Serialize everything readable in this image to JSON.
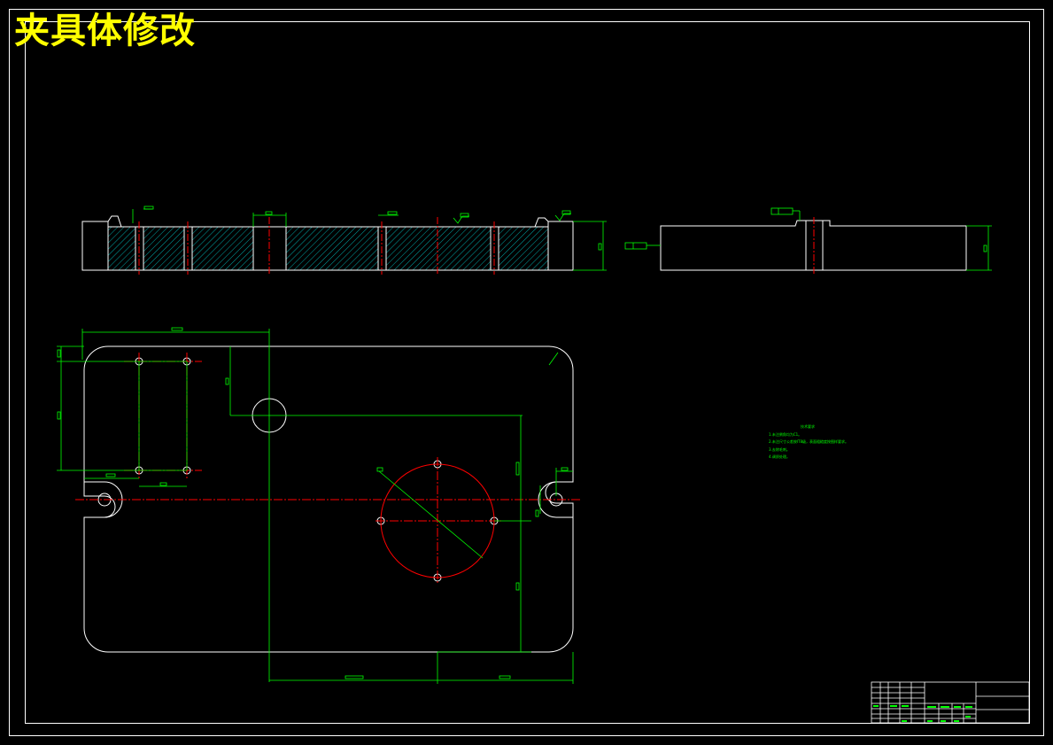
{
  "drawing": {
    "title": "夹具体修改",
    "colors": {
      "background": "#000000",
      "outline": "#ffffff",
      "dimension": "#00ff00",
      "centerline": "#ff0000",
      "hatch": "#00a6a6",
      "title_text": "#ffff00"
    }
  },
  "notes": {
    "heading": "技术要求",
    "lines": [
      "1.未注倒角均为C1。",
      "2.未注尺寸公差按IT8级，表面粗糙度按图样要求。",
      "3.去除毛刺。",
      "4.调质处理。"
    ]
  }
}
